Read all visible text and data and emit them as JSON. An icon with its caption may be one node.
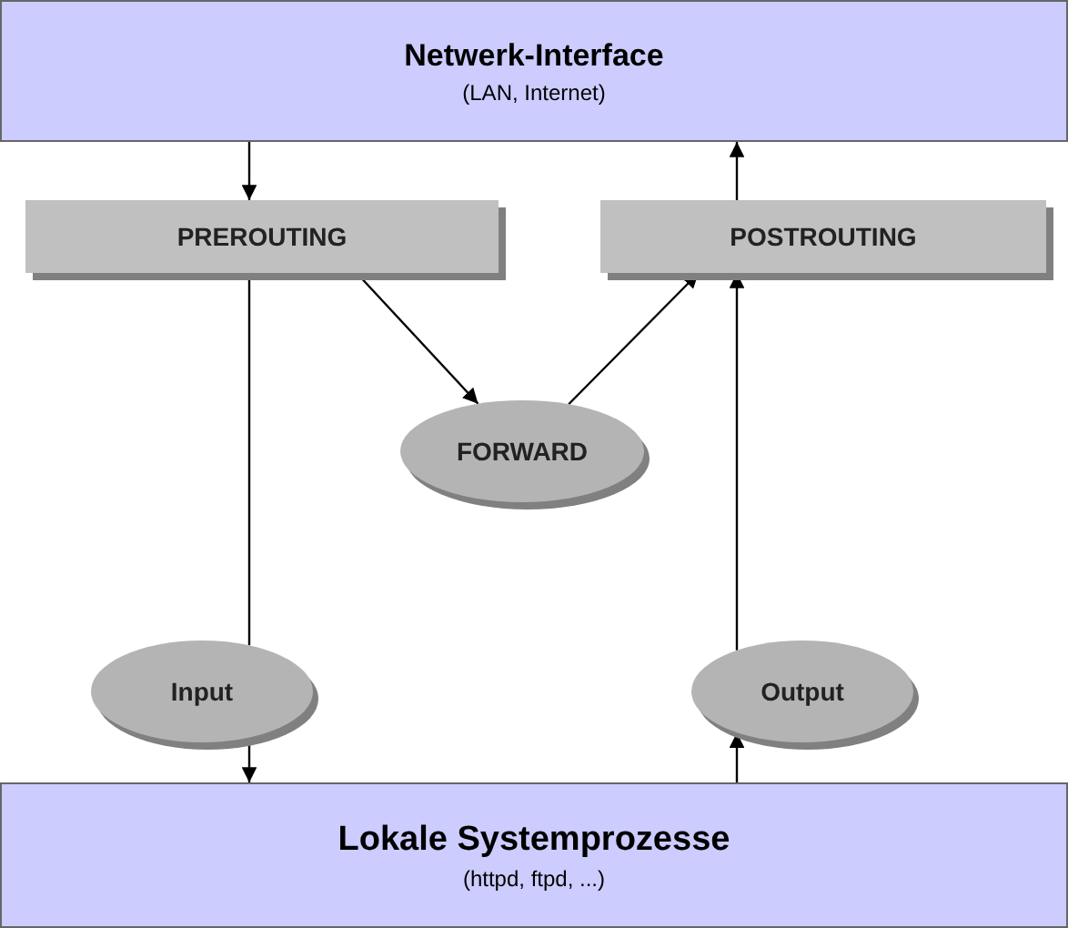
{
  "diagram": {
    "nodes": [
      {
        "text": [
          "Netwerk-Interface",
          "(LAN, Internet)"
        ]
      },
      {
        "text": [
          "PREROUTING"
        ]
      },
      {
        "text": [
          "POSTROUTING"
        ]
      },
      {
        "text": [
          "FORWARD"
        ]
      },
      {
        "text": [
          "Input"
        ]
      },
      {
        "text": [
          "Output"
        ]
      },
      {
        "text": [
          "Lokale Systemprozesse",
          "(httpd, ftpd, ...)"
        ]
      }
    ],
    "edges": [
      {
        "from": 0,
        "to": 1,
        "arrow": "to"
      },
      {
        "from": 1,
        "to": 3,
        "arrow": "to"
      },
      {
        "from": 3,
        "to": 2,
        "arrow": "to"
      },
      {
        "from": 2,
        "to": 0,
        "arrow": "to"
      },
      {
        "from": 1,
        "to": 4,
        "arrow": "none"
      },
      {
        "from": 4,
        "to": 6,
        "arrow": "to"
      },
      {
        "from": 6,
        "to": 5,
        "arrow": "to"
      },
      {
        "from": 5,
        "to": 2,
        "arrow": "to"
      }
    ]
  }
}
